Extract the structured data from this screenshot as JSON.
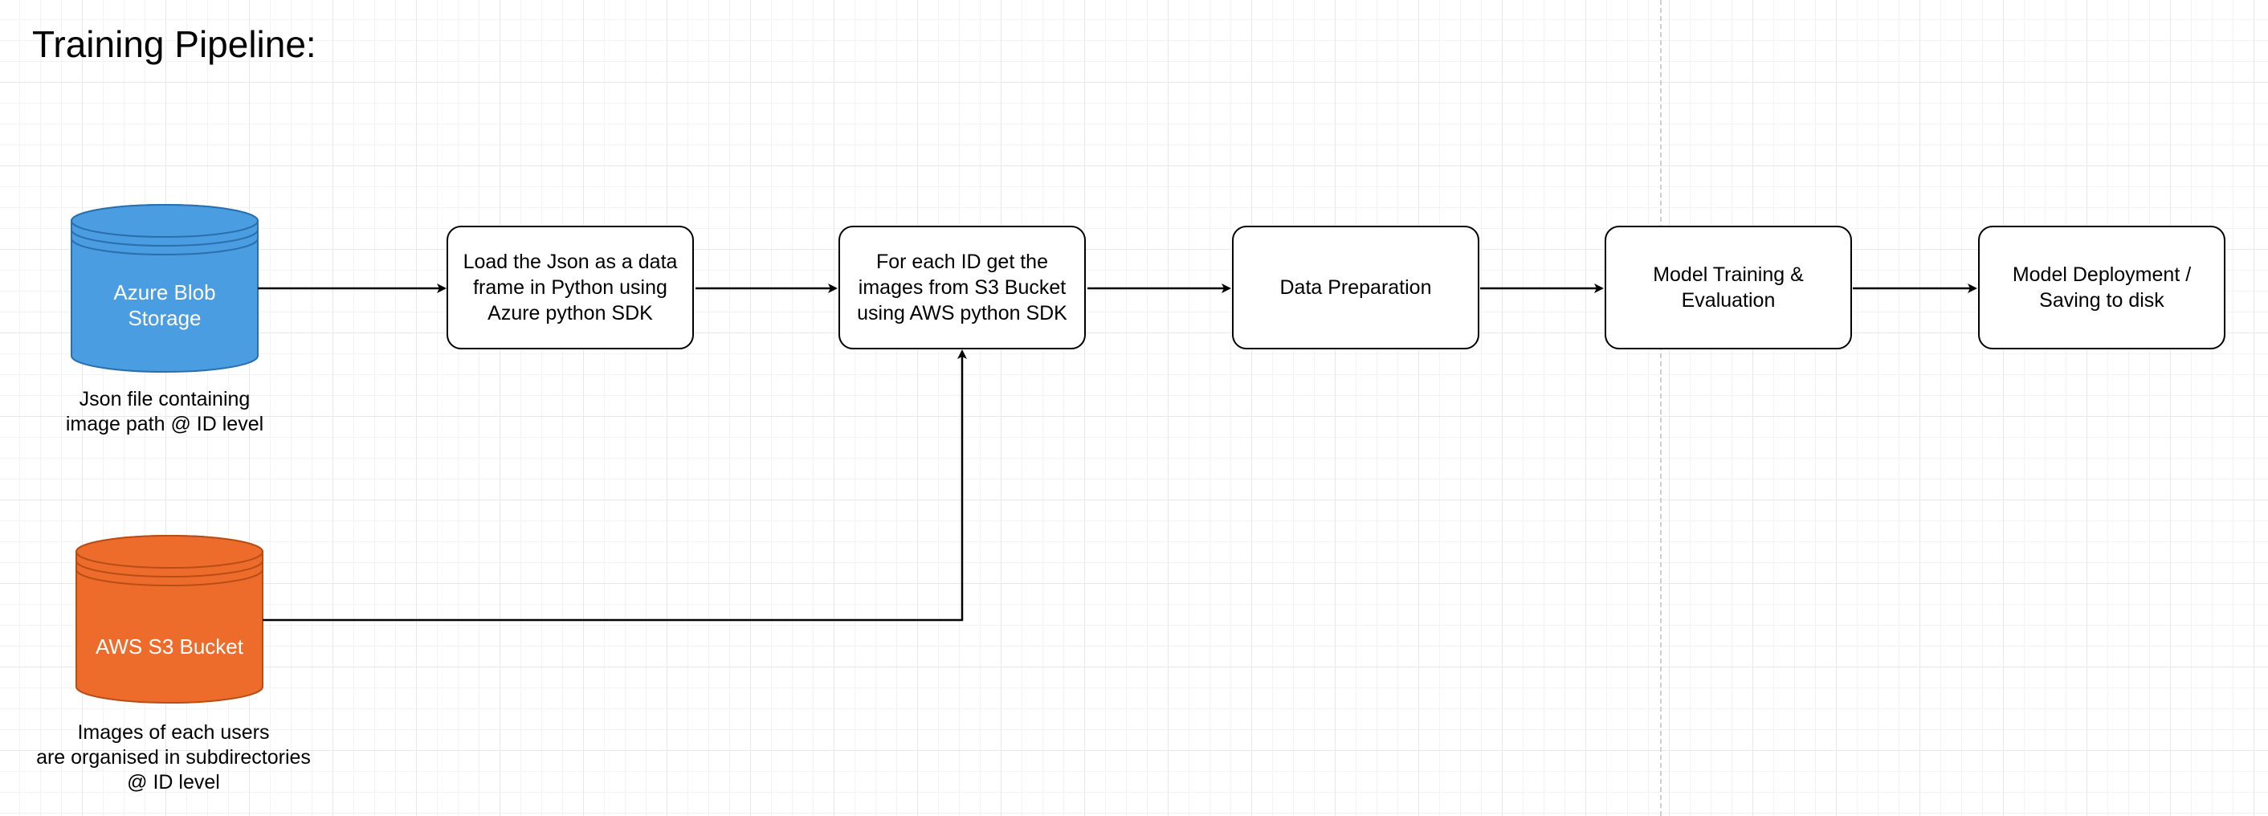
{
  "title": "Training Pipeline:",
  "colors": {
    "azure_fill": "#4a9de0",
    "azure_stroke": "#2a6fae",
    "aws_fill": "#ee6c2b",
    "aws_stroke": "#b84d15",
    "edge": "#000000"
  },
  "stores": {
    "azure": {
      "label": "Azure Blob\nStorage",
      "icon": "database-cylinder-icon",
      "caption": "Json file containing\nimage path @ ID level"
    },
    "aws": {
      "label": "AWS S3 Bucket",
      "icon": "database-cylinder-icon",
      "caption": "Images of each users\nare organised in subdirectories\n@ ID level"
    }
  },
  "steps": {
    "load_json": "Load the Json as a data\nframe in Python using\nAzure python SDK",
    "get_images": "For each ID get the\nimages from S3 Bucket\nusing AWS python SDK",
    "data_prep": "Data Preparation",
    "training": "Model Training &\nEvaluation",
    "deployment": "Model Deployment /\nSaving to disk"
  },
  "edges": [
    {
      "from": "azure",
      "to": "load_json"
    },
    {
      "from": "load_json",
      "to": "get_images"
    },
    {
      "from": "aws",
      "to": "get_images"
    },
    {
      "from": "get_images",
      "to": "data_prep"
    },
    {
      "from": "data_prep",
      "to": "training"
    },
    {
      "from": "training",
      "to": "deployment"
    }
  ]
}
